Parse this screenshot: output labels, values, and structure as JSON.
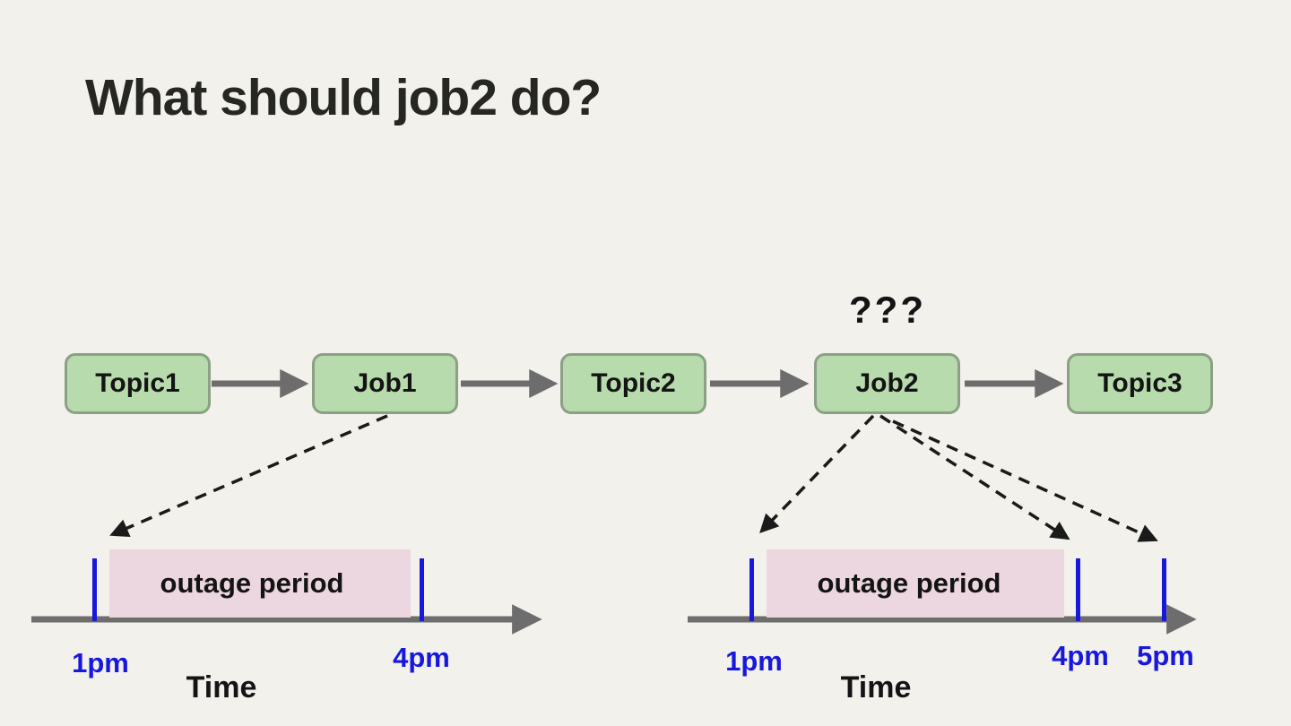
{
  "title": "What should job2 do?",
  "question_mark": "???",
  "flow": {
    "nodes": [
      {
        "label": "Topic1"
      },
      {
        "label": "Job1"
      },
      {
        "label": "Topic2"
      },
      {
        "label": "Job2"
      },
      {
        "label": "Topic3"
      }
    ]
  },
  "timelines": [
    {
      "outage_label": "outage period",
      "axis_label": "Time",
      "ticks": [
        {
          "label": "1pm"
        },
        {
          "label": "4pm"
        }
      ]
    },
    {
      "outage_label": "outage period",
      "axis_label": "Time",
      "ticks": [
        {
          "label": "1pm"
        },
        {
          "label": "4pm"
        },
        {
          "label": "5pm"
        }
      ]
    }
  ],
  "colors": {
    "background": "#f2f1ec",
    "node_fill": "#b8dbad",
    "node_border": "#8aa184",
    "flow_arrow": "#6d6d6d",
    "outage_fill": "#ecd6df",
    "tick_blue": "#1818dd",
    "dashed_arrow": "#1a1a1a",
    "text": "#141414"
  }
}
